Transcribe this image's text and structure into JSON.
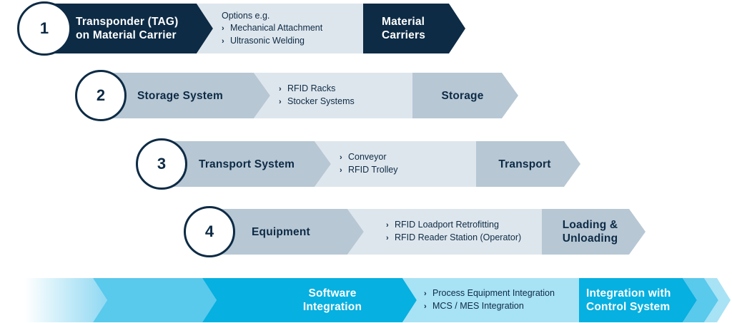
{
  "colors": {
    "navy": "#0d2b45",
    "grey_dark": "#b7c7d4",
    "grey_light": "#dee6ed",
    "cyan_dark": "#06b0e0",
    "cyan_mid": "#59c9ec",
    "cyan_light": "#a8e2f5"
  },
  "rows": [
    {
      "number": "1",
      "title_lines": [
        "Transponder (TAG)",
        "on Material Carrier"
      ],
      "options_header": "Options e.g.",
      "options": [
        "Mechanical Attachment",
        "Ultrasonic Welding"
      ],
      "result_lines": [
        "Material",
        "Carriers"
      ]
    },
    {
      "number": "2",
      "title_lines": [
        "Storage System"
      ],
      "options": [
        "RFID Racks",
        "Stocker Systems"
      ],
      "result_lines": [
        "Storage"
      ]
    },
    {
      "number": "3",
      "title_lines": [
        "Transport System"
      ],
      "options": [
        "Conveyor",
        "RFID Trolley"
      ],
      "result_lines": [
        "Transport"
      ]
    },
    {
      "number": "4",
      "title_lines": [
        "Equipment"
      ],
      "options": [
        "RFID Loadport Retrofitting",
        "RFID Reader Station (Operator)"
      ],
      "result_lines": [
        "Loading &",
        "Unloading"
      ]
    }
  ],
  "software": {
    "title_lines": [
      "Software",
      "Integration"
    ],
    "options": [
      "Process Equipment Integration",
      "MCS / MES Integration"
    ],
    "result_lines": [
      "Integration with",
      "Control System"
    ]
  }
}
